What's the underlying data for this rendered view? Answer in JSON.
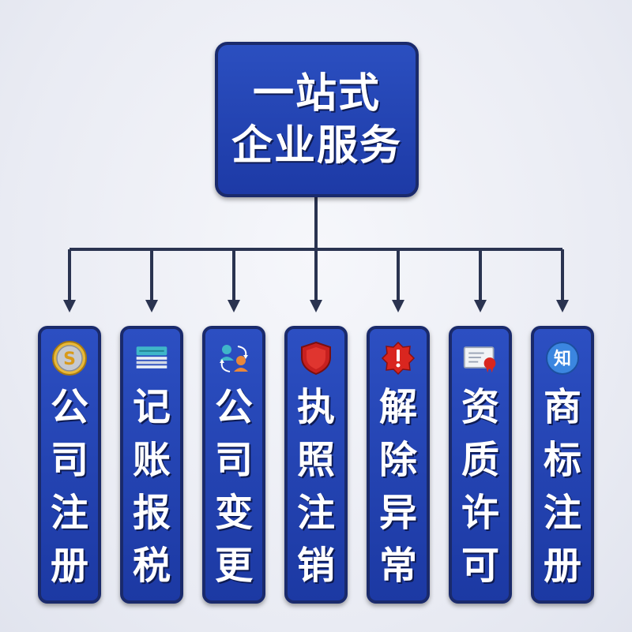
{
  "title": {
    "line1": "一站式",
    "line2": "企业服务"
  },
  "services": [
    {
      "label": [
        "公",
        "司",
        "注",
        "册"
      ],
      "icon": "coin-icon"
    },
    {
      "label": [
        "记",
        "账",
        "报",
        "税"
      ],
      "icon": "ledger-icon"
    },
    {
      "label": [
        "公",
        "司",
        "变",
        "更"
      ],
      "icon": "people-transfer-icon"
    },
    {
      "label": [
        "执",
        "照",
        "注",
        "销"
      ],
      "icon": "shield-icon"
    },
    {
      "label": [
        "解",
        "除",
        "异",
        "常"
      ],
      "icon": "alert-icon"
    },
    {
      "label": [
        "资",
        "质",
        "许",
        "可"
      ],
      "icon": "certificate-icon"
    },
    {
      "label": [
        "商",
        "标",
        "注",
        "册"
      ],
      "icon": "trademark-icon"
    }
  ],
  "icon_text": {
    "coin": "S",
    "trademark": "知"
  },
  "colors": {
    "box_fill": "#2349b8",
    "box_border": "#1a2a6b",
    "connector": "#2a3350",
    "text": "#ffffff"
  }
}
